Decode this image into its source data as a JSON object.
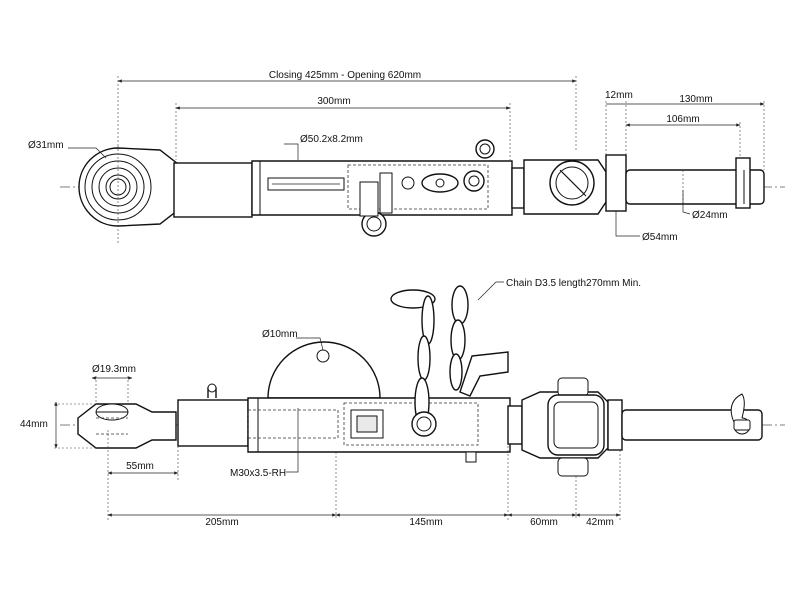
{
  "top_view": {
    "closing_opening": "Closing 425mm - Opening 620mm",
    "body_length": "300mm",
    "tube": "Ø50.2x8.2mm",
    "ball_eye": "Ø31mm",
    "flange_gap": "12mm",
    "pin_total": "130mm",
    "pin_length": "106mm",
    "pin_diameter": "Ø24mm",
    "flange_diameter": "Ø54mm"
  },
  "side_view": {
    "chain": "Chain D3.5 length270mm Min.",
    "hole": "Ø10mm",
    "ball_hole": "Ø19.3mm",
    "height": "44mm",
    "ball_offset": "55mm",
    "thread": "M30x3.5-RH",
    "seg1": "205mm",
    "seg2": "145mm",
    "seg3": "60mm",
    "seg4": "42mm"
  },
  "colors": {
    "line": "#111111",
    "fill": "#ffffff",
    "shade": "#e9e9e9"
  }
}
